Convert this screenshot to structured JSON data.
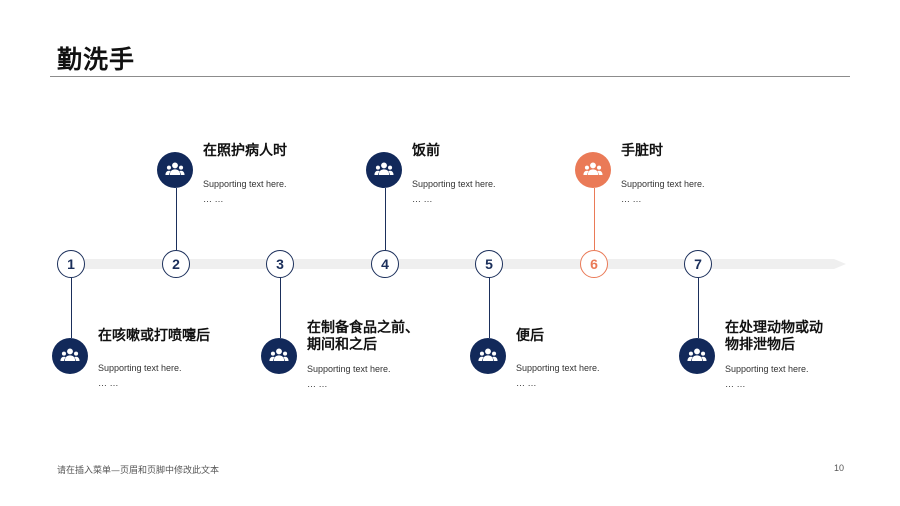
{
  "title": "勤洗手",
  "colors": {
    "primary": "#12295a",
    "accent": "#ea7a57",
    "track": "#efefef"
  },
  "steps": [
    {
      "number": "1",
      "title_lines": [
        "在咳嗽或打喷嚏后"
      ],
      "text": "Supporting text here.",
      "ellipsis": "… …",
      "icon": "people-icon"
    },
    {
      "number": "2",
      "title_lines": [
        "在照护病人时"
      ],
      "text": "Supporting text here.",
      "ellipsis": "… …",
      "icon": "people-icon"
    },
    {
      "number": "3",
      "title_lines": [
        "在制备食品之前、",
        "期间和之后"
      ],
      "text": "Supporting text here.",
      "ellipsis": "… …",
      "icon": "people-icon"
    },
    {
      "number": "4",
      "title_lines": [
        "饭前"
      ],
      "text": "Supporting text here.",
      "ellipsis": "… …",
      "icon": "people-icon"
    },
    {
      "number": "5",
      "title_lines": [
        "便后"
      ],
      "text": "Supporting text here.",
      "ellipsis": "… …",
      "icon": "people-icon"
    },
    {
      "number": "6",
      "title_lines": [
        "手脏时"
      ],
      "text": "Supporting text here.",
      "ellipsis": "… …",
      "icon": "people-icon",
      "highlight": true
    },
    {
      "number": "7",
      "title_lines": [
        "在处理动物或动",
        "物排泄物后"
      ],
      "text": "Supporting text here.",
      "ellipsis": "… …",
      "icon": "people-icon"
    }
  ],
  "footer": "请在插入菜单—页眉和页脚中修改此文本",
  "page_number": "10"
}
